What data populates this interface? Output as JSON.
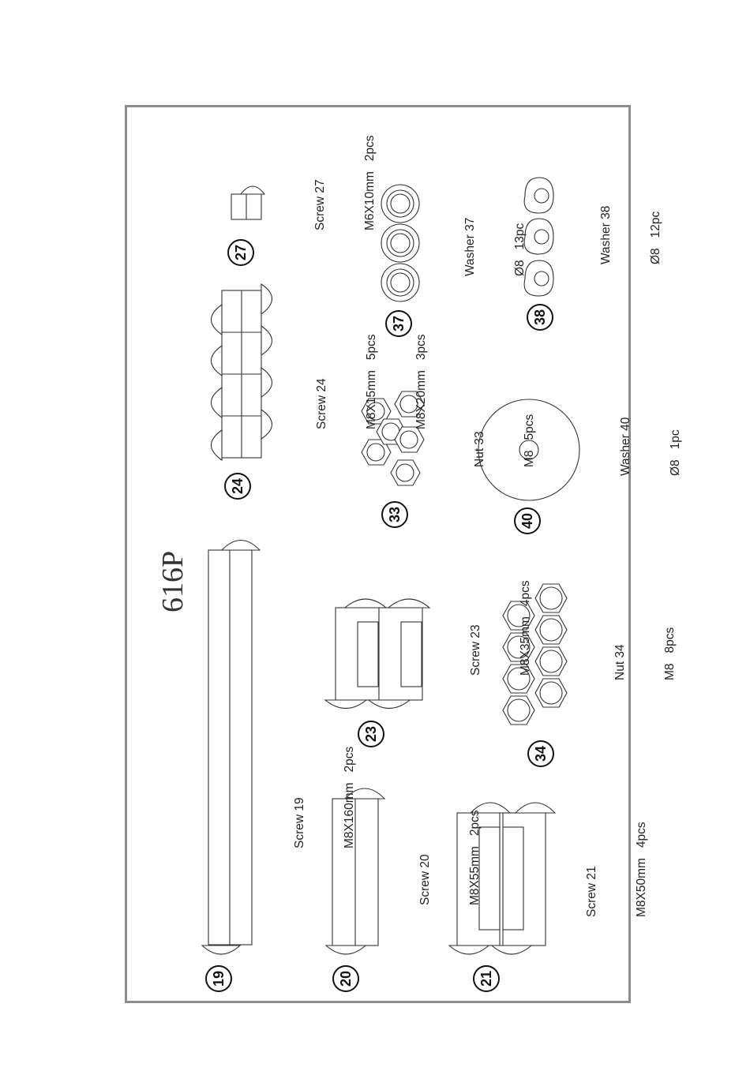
{
  "page_title": "616P",
  "parts": [
    {
      "number": "19",
      "name": "Screw 19",
      "specs": [
        "M8X160mm   2pcs"
      ]
    },
    {
      "number": "20",
      "name": "Screw 20",
      "specs": [
        "M8X55mm   2pcs"
      ]
    },
    {
      "number": "21",
      "name": "Screw 21",
      "specs": [
        "M8X50mm   4pcs"
      ]
    },
    {
      "number": "23",
      "name": "Screw 23",
      "specs": [
        "M8X35mm   4pcs"
      ]
    },
    {
      "number": "24",
      "name": "Screw 24",
      "specs": [
        "M8X15mm   5pcs",
        "M8X20mm   3pcs"
      ]
    },
    {
      "number": "27",
      "name": "Screw 27",
      "specs": [
        "M6X10mm   2pcs"
      ]
    },
    {
      "number": "33",
      "name": "Nut 33",
      "specs": [
        "M8   5pcs"
      ]
    },
    {
      "number": "34",
      "name": "Nut 34",
      "specs": [
        "M8   8pcs"
      ]
    },
    {
      "number": "37",
      "name": "Washer 37",
      "specs": [
        "Ø8   13pc"
      ]
    },
    {
      "number": "38",
      "name": "Washer 38",
      "specs": [
        "Ø8   12pc"
      ]
    },
    {
      "number": "40",
      "name": "Washer 40",
      "specs": [
        "Ø8   1pc"
      ]
    }
  ]
}
